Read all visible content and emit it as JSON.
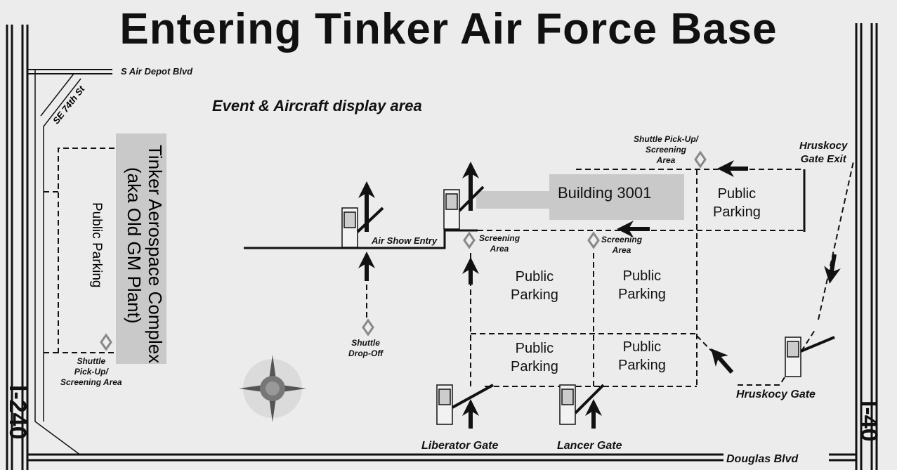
{
  "title": "Entering Tinker Air Force Base",
  "roads": {
    "s_air_depot": "S Air Depot Blvd",
    "se_74th": "SE 74th St",
    "douglas": "Douglas Blvd",
    "i240": "I-240",
    "i40": "I-40"
  },
  "event_area": "Event & Aircraft display area",
  "complex": {
    "line1": "Tinker Aerospace Complex",
    "line2": "(aka Old GM Plant)"
  },
  "building": "Building 3001",
  "parking": {
    "west": "Public Parking",
    "label_line1": "Public",
    "label_line2": "Parking"
  },
  "labels": {
    "air_show_entry": "Air Show Entry",
    "screening_area_l1": "Screening",
    "screening_area_l2": "Area",
    "shuttle_pickup_top_l1": "Shuttle Pick-Up/",
    "shuttle_pickup_top_l2": "Screening",
    "shuttle_pickup_top_l3": "Area",
    "shuttle_pickup_left_l1": "Shuttle",
    "shuttle_pickup_left_l2": "Pick-Up/",
    "shuttle_pickup_left_l3": "Screening Area",
    "shuttle_dropoff_l1": "Shuttle",
    "shuttle_dropoff_l2": "Drop-Off",
    "hruskocy_exit_l1": "Hruskocy",
    "hruskocy_exit_l2": "Gate Exit",
    "hruskocy_gate": "Hruskocy Gate",
    "liberator_gate": "Liberator Gate",
    "lancer_gate": "Lancer Gate"
  },
  "icons": [
    "guard-booth-icon",
    "screening-diamond-icon",
    "arrow-icon",
    "compass-rose-icon"
  ]
}
